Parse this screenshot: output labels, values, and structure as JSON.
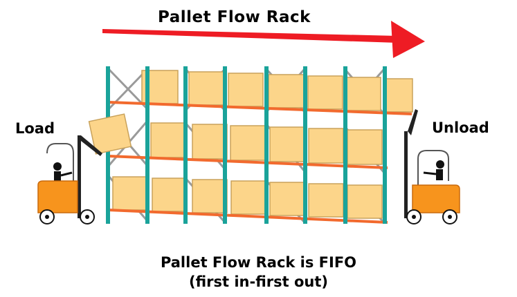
{
  "diagram": {
    "title": "Pallet Flow Rack",
    "load_label": "Load",
    "unload_label": "Unload",
    "caption_line1": "Pallet Flow Rack is FIFO",
    "caption_line2": "(first in-first out)"
  },
  "colors": {
    "arrow": "#ee1c24",
    "upright": "#1aa39a",
    "beam": "#f26a2e",
    "pallet": "#fcd58a",
    "pallet_stroke": "#c9a25b",
    "brace": "#9a9a9a",
    "forklift_body": "#f7941d",
    "forklift_mast": "#222222"
  }
}
